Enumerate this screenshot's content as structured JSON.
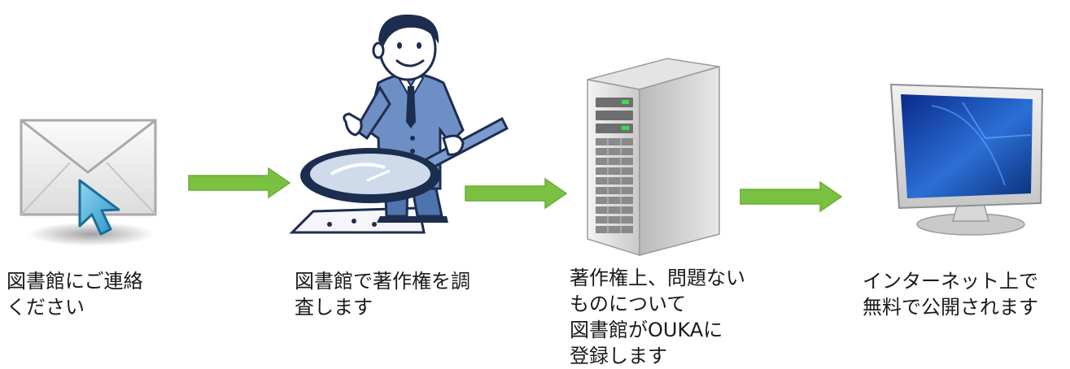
{
  "steps": [
    {
      "id": "contact",
      "icon": "envelope-with-cursor-icon",
      "caption": [
        "図書館にご連絡",
        "ください"
      ]
    },
    {
      "id": "review",
      "icon": "man-with-magnifier-icon",
      "caption": [
        "図書館で著作権を調",
        "査します"
      ]
    },
    {
      "id": "register",
      "icon": "server-tower-icon",
      "caption": [
        "著作権上、問題ない",
        "ものについて",
        "図書館がOUKAに",
        "登録します"
      ]
    },
    {
      "id": "publish",
      "icon": "monitor-icon",
      "caption": [
        "インターネット上で",
        "無料で公開されます"
      ]
    }
  ],
  "colors": {
    "arrow": "#7ac142",
    "arrow_dark": "#5e9c30",
    "text": "#1a1a1a",
    "figure_blue": "#5b7fb6",
    "figure_dark": "#1d2d4f"
  }
}
